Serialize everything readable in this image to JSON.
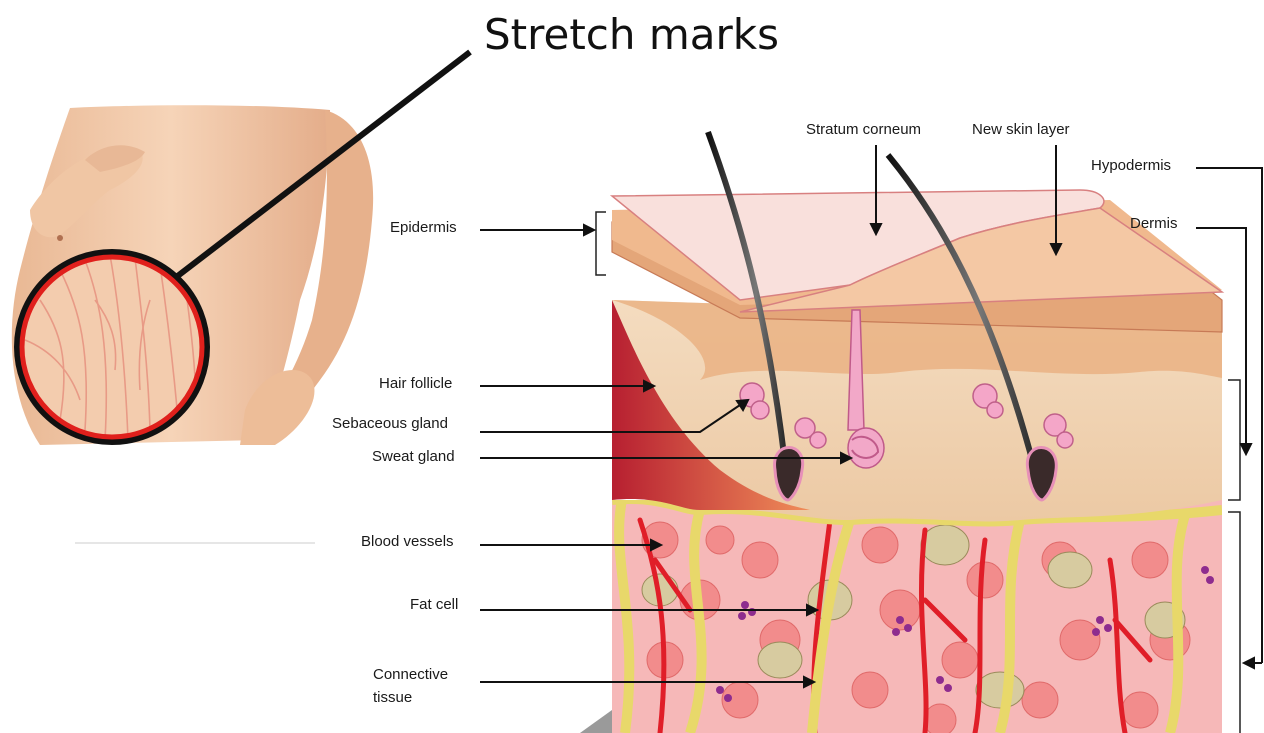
{
  "title": "Stretch marks",
  "labels": {
    "stratum_corneum": "Stratum corneum",
    "new_skin_layer": "New skin layer",
    "hypodermis": "Hypodermis",
    "dermis": "Dermis",
    "epidermis": "Epidermis",
    "hair_follicle": "Hair follicle",
    "sebaceous_gland": "Sebaceous gland",
    "sweat_gland": "Sweat gland",
    "blood_vessels": "Blood vessels",
    "fat_cell": "Fat cell",
    "connective_tissue_line1": "Connective",
    "connective_tissue_line2": "tissue"
  },
  "colors": {
    "skin": "#f2c9a8",
    "stretch_mark_circle": "#e0201c",
    "stratum_corneum": "#f8dcd6",
    "new_skin": "#f3c6a2",
    "dermis": "#f1d7b8",
    "hypodermis_bg": "#f6b6b6",
    "connective_tissue": "#e8d86a",
    "blood_vessel": "#e8202a",
    "fat_cell": "#f28a8a",
    "hair": "#2a2a2a"
  }
}
